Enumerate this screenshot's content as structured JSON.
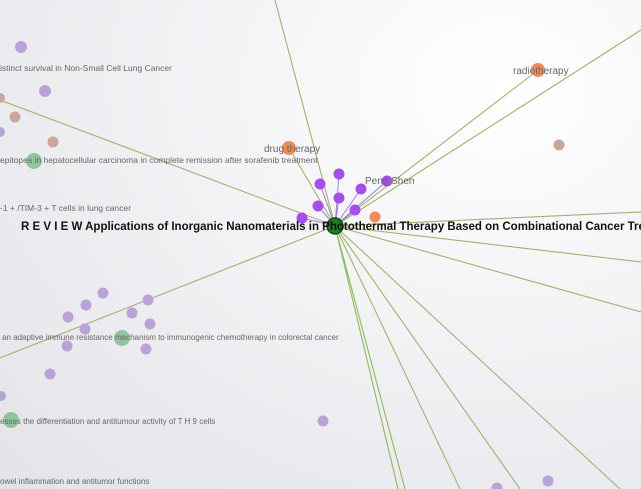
{
  "graph": {
    "central_label": "R E V I E W Applications of Inorganic Nanomaterials in Photothermal Therapy Based on Combinational Cancer Treatment",
    "labels": {
      "radiotherapy": "radiotherapy",
      "drug_therapy": "drug therapy",
      "peng_shen": "Peng Shen",
      "nsclc": "istinct survival in Non-Small Cell Lung Cancer",
      "hcc": "epitopes in hepatocellular carcinoma in complete remission after sorafenib treatment",
      "tim3": "-1 + /TIM-3 + T cells in lung cancer",
      "crc": "an adaptive immune resistance mechanism to immunogenic chemotherapy in colorectal cancer",
      "th9": "esses the differentiation and antitumour activity of T H 9 cells",
      "bowel": "owel inflammation and antitumor functions"
    },
    "colors": {
      "edge": "#a4b070",
      "edge_green": "#8fb860",
      "node_purple": "#b9a3d6",
      "node_violet": "#a64ee8",
      "node_orange": "#f08a5a",
      "node_tan": "#c9a79d",
      "node_green": "#8fc49c",
      "node_center": "#1e7a28"
    }
  }
}
